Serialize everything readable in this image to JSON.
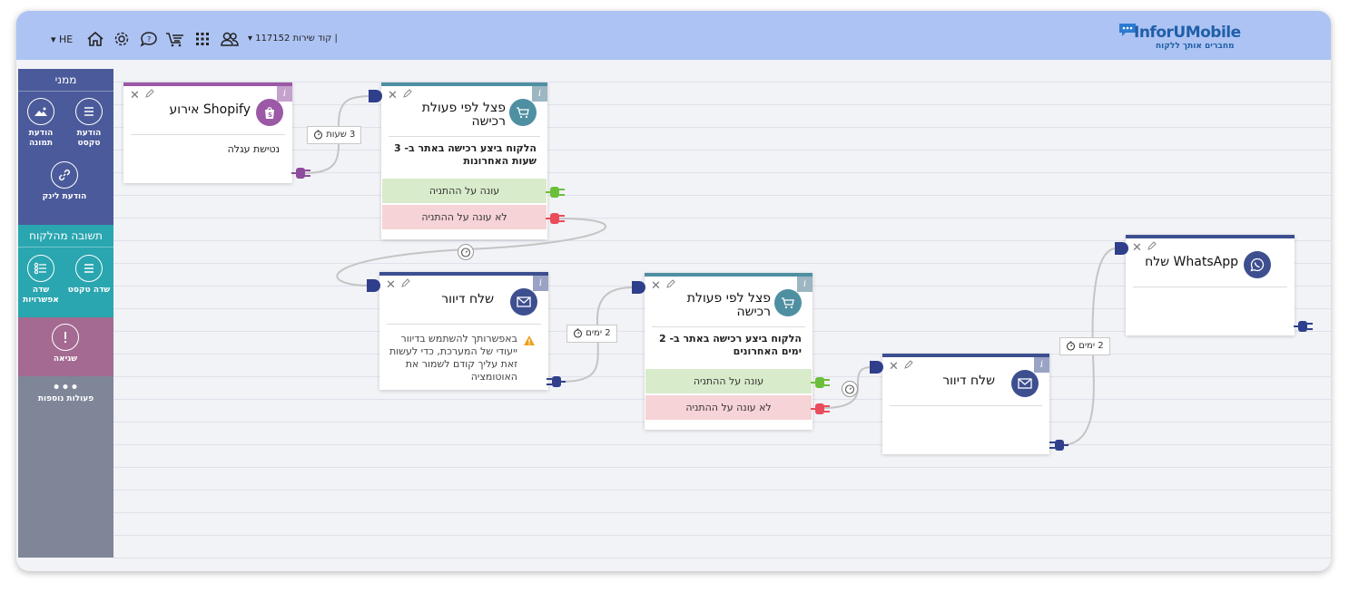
{
  "header": {
    "lang": "HE",
    "service_code": "קוד שירות 117152",
    "brand_main": "InforUMobile",
    "brand_tagline": "מחברים אותך ללקוח",
    "brand_color": "#1f5fa8"
  },
  "sidebar": {
    "sections": [
      {
        "title": "ממני",
        "color": "#4b5a9a",
        "items": [
          {
            "label": "הודעת טקסט"
          },
          {
            "label": "הודעת תמונה"
          },
          {
            "label": "הודעת לינק"
          }
        ]
      },
      {
        "title": "תשובה מהלקוח",
        "color": "#2aa6b0",
        "items": [
          {
            "label": "שדה טקסט"
          },
          {
            "label": "שדה אפשרויות"
          }
        ]
      },
      {
        "title": "",
        "color": "#a46a91",
        "items": [
          {
            "label": "שגיאה"
          }
        ]
      },
      {
        "title": "",
        "color": "#7e8698",
        "items": [
          {
            "label": "פעולות נוספות"
          }
        ]
      }
    ]
  },
  "nodes": {
    "shopify": {
      "title": "אירוע Shopify",
      "body": "נטישת עגלה",
      "color": "#9b59a6"
    },
    "filter1": {
      "title": "פצל לפי פעולת רכישה",
      "body": "הלקוח ביצע רכישה באתר ב- 3 שעות האחרונות",
      "yes": "עונה על ההתניה",
      "no": "לא עונה על ההתניה",
      "color": "#4f8fa2"
    },
    "email1": {
      "title": "שלח דיוור",
      "warning": "באפשרותך להשתמש בדיוור ייעודי של המערכת, כדי לעשות זאת עליך קודם לשמור את האוטומציה",
      "color": "#3d4f8f"
    },
    "filter2": {
      "title": "פצל לפי פעולת רכישה",
      "body": "הלקוח ביצע רכישה באתר ב- 2 ימים האחרונים",
      "yes": "עונה על ההתניה",
      "no": "לא עונה על ההתניה",
      "color": "#4f8fa2"
    },
    "email2": {
      "title": "שלח דיוור",
      "color": "#3d4f8f"
    },
    "whatsapp": {
      "title": "שלח WhatsApp",
      "color": "#3d4f8f"
    }
  },
  "delays": {
    "d1": "3 שעות",
    "d2": "2 ימים",
    "d3": "2 ימים"
  },
  "colors": {
    "yes_bg": "#d8ebcb",
    "no_bg": "#f6d3d6",
    "yes_port": "#6cbf3a",
    "no_port": "#ea4c5c",
    "out_port": "#2f3f8c",
    "in_port": "#2f3f8c"
  }
}
